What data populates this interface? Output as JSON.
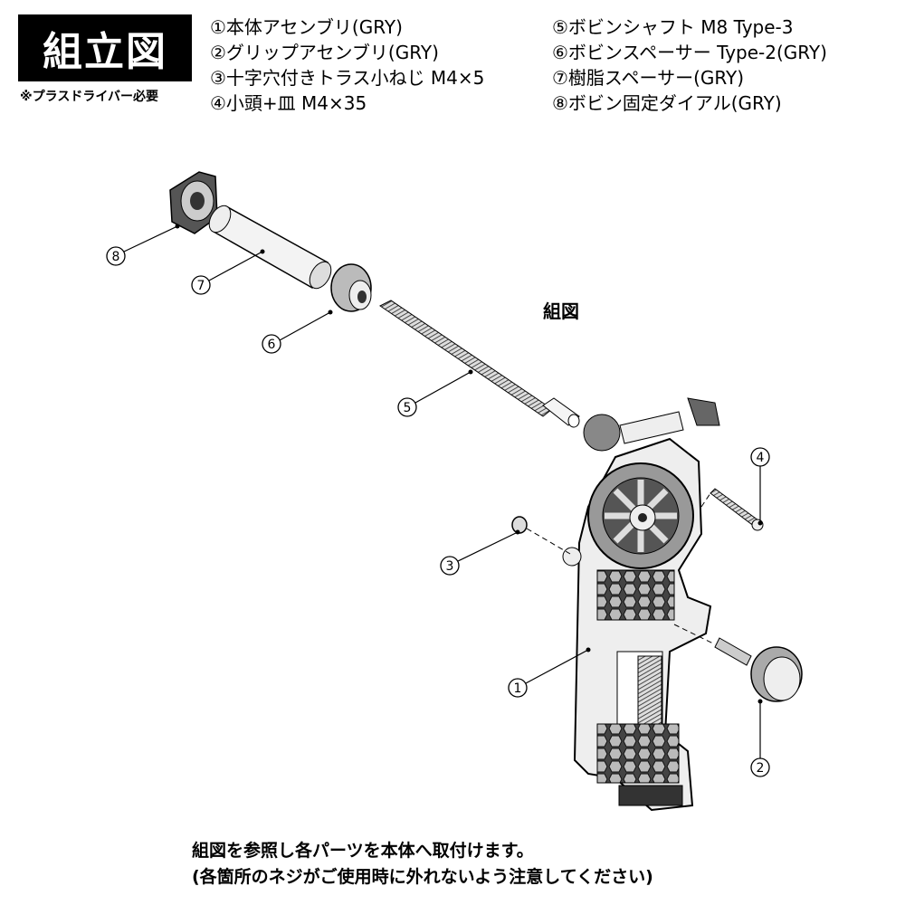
{
  "header": {
    "title": "組立図",
    "note": "※プラスドライバー必要"
  },
  "parts_list": {
    "column1": [
      "①本体アセンブリ(GRY)",
      "②グリップアセンブリ(GRY)",
      "③十字穴付きトラス小ねじ M4×5",
      "④小頭+皿 M4×35"
    ],
    "column2": [
      "⑤ボビンシャフト M8 Type-3",
      "⑥ボビンスペーサー Type-2(GRY)",
      "⑦樹脂スペーサー(GRY)",
      "⑧ボビン固定ダイアル(GRY)"
    ]
  },
  "diagram": {
    "assembled_label": "組図",
    "callouts": [
      "1",
      "2",
      "3",
      "4",
      "5",
      "6",
      "7",
      "8"
    ]
  },
  "footer": {
    "line1": "組図を参照し各パーツを本体へ取付けます。",
    "line2": "(各箇所のネジがご使用時に外れないよう注意してください)"
  }
}
